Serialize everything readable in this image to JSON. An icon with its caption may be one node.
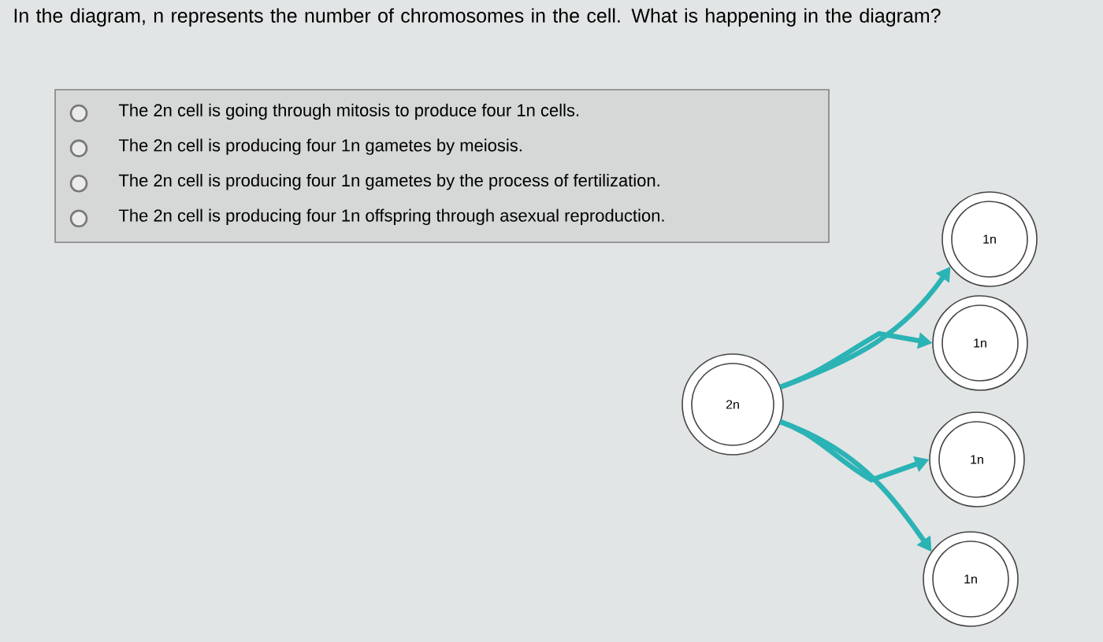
{
  "diagram": {
    "title": "In the diagram, n represents the number of chromosomes in the cell. What is happening in the diagram?",
    "nodes": [
      {
        "text": [
          "The 2n cell is going through mitosis to produce four 1n cells.",
          "The 2n cell is producing four 1n gametes by meiosis.",
          "The 2n cell is producing four 1n gametes by the process of fertilization.",
          "The 2n cell is producing four 1n offspring through asexual reproduction."
        ]
      },
      {
        "text": [
          "2n"
        ]
      },
      {
        "text": [
          "1n"
        ]
      },
      {
        "text": [
          "1n"
        ]
      },
      {
        "text": [
          "1n"
        ]
      },
      {
        "text": [
          "1n"
        ]
      }
    ],
    "edges": [
      {
        "from": 1,
        "to": 2,
        "arrow": "to"
      },
      {
        "from": 1,
        "to": 3,
        "arrow": "to"
      },
      {
        "from": 1,
        "to": 4,
        "arrow": "to"
      },
      {
        "from": 1,
        "to": 5,
        "arrow": "to"
      }
    ]
  }
}
